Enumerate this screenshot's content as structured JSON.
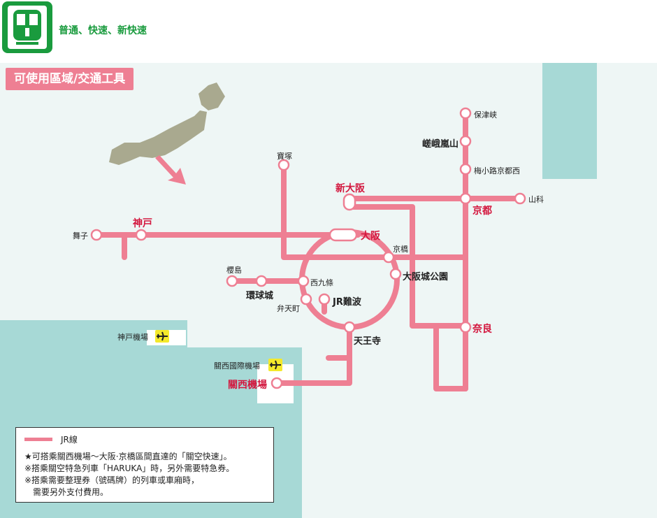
{
  "header": {
    "train_types": "普通、快速、新快速",
    "badge_icon": "train-icon",
    "badge_color": "#1a9b3e"
  },
  "section_title": "可使用區域/交通工具",
  "colors": {
    "jr_line": "#ee7f93",
    "station_red": "#d3173e",
    "sea": "#a7d9d6",
    "land": "#eef6f5",
    "airport": "#f4e92b"
  },
  "stations": {
    "hozukyo": "保津峡",
    "sagaarashiyama": "嵯峨嵐山",
    "umekoji": "梅小路京都西",
    "yamashina": "山科",
    "kyoto": "京都",
    "shinosaka": "新大阪",
    "takarazuka": "寶塚",
    "osaka": "大阪",
    "kobe": "神戸",
    "maiko": "舞子",
    "kyobashi": "京橋",
    "osakajokoen": "大阪城公園",
    "sakurajima": "櫻島",
    "universal": "環球城",
    "nishikujo": "西九條",
    "bentencho": "弁天町",
    "jrnamba": "JR難波",
    "tennoji": "天王寺",
    "nara": "奈良",
    "kobe_airport": "神戸機場",
    "kansai_airport_label": "關西國際機場",
    "kansai_airport": "關西機場"
  },
  "legend": {
    "line_label": "JR線",
    "notes": [
      "★可搭乘關西機場～大阪·京橋區間直達的「關空快速」。",
      "※搭乘關空特急列車「HARUKA」時，另外需要特急券。",
      "※搭乘需要整理券（號碼牌）的列車或車廂時，",
      "　需要另外支付費用。"
    ]
  },
  "icons": [
    "train-icon",
    "japan-map-icon",
    "arrow-icon",
    "airplane-icon"
  ]
}
